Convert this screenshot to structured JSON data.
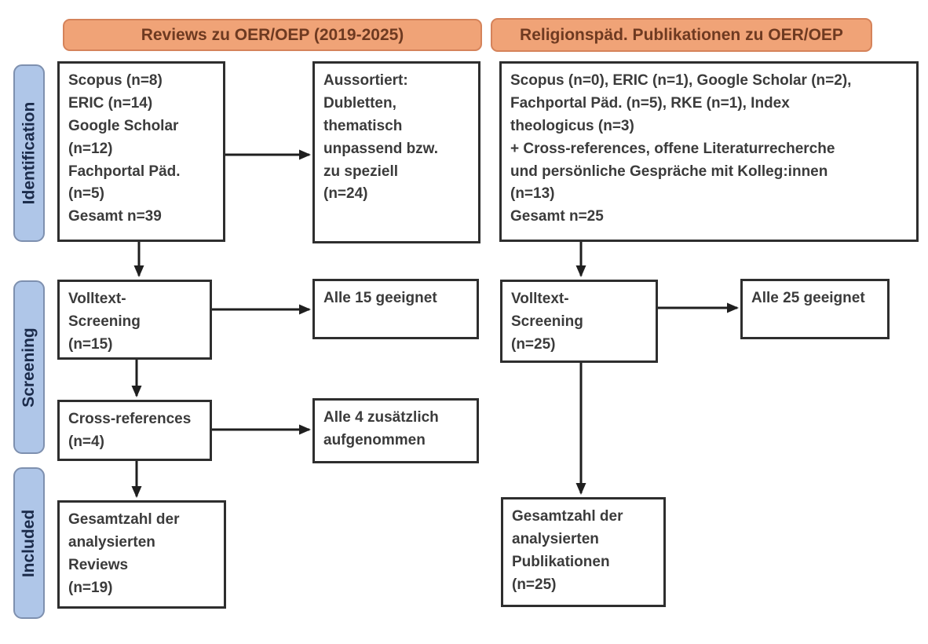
{
  "colors": {
    "header_bg": "#F0A377",
    "header_border": "#D5835A",
    "header_text": "#6E3A21",
    "stage_bg": "#AFC6E8",
    "stage_border": "#7E90AF",
    "stage_text": "#1B2B4A",
    "box_border": "#2E2E2E",
    "box_text": "#3B3B3B",
    "arrow": "#1F1F1F",
    "background": "#FFFFFF"
  },
  "headers": {
    "left": "Reviews zu OER/OEP (2019-2025)",
    "right": "Religionspäd. Publikationen zu OER/OEP"
  },
  "stages": {
    "identification": "Identification",
    "screening": "Screening",
    "included": "Included"
  },
  "left_flow": {
    "sources": "Scopus (n=8)\nERIC (n=14)\nGoogle Scholar\n(n=12)\nFachportal Päd.\n(n=5)\nGesamt n=39",
    "excluded": "Aussortiert:\nDubletten,\nthematisch\nunpassend bzw.\nzu speziell\n(n=24)",
    "fulltext": "Volltext-\nScreening\n(n=15)",
    "fulltext_result": "Alle 15 geeignet",
    "crossref": "Cross-references\n(n=4)",
    "crossref_result": "Alle 4 zusätzlich\naufgenommen",
    "total": "Gesamtzahl der\nanalysierten\nReviews\n(n=19)"
  },
  "right_flow": {
    "sources": "Scopus (n=0), ERIC (n=1), Google Scholar (n=2),\nFachportal Päd. (n=5), RKE (n=1), Index\ntheologicus (n=3)\n+ Cross-references, offene Literaturrecherche\nund persönliche Gespräche mit Kolleg:innen\n(n=13)\nGesamt n=25",
    "fulltext": "Volltext-\nScreening\n(n=25)",
    "fulltext_result": "Alle 25 geeignet",
    "total": "Gesamtzahl der\nanalysierten\nPublikationen\n(n=25)"
  }
}
